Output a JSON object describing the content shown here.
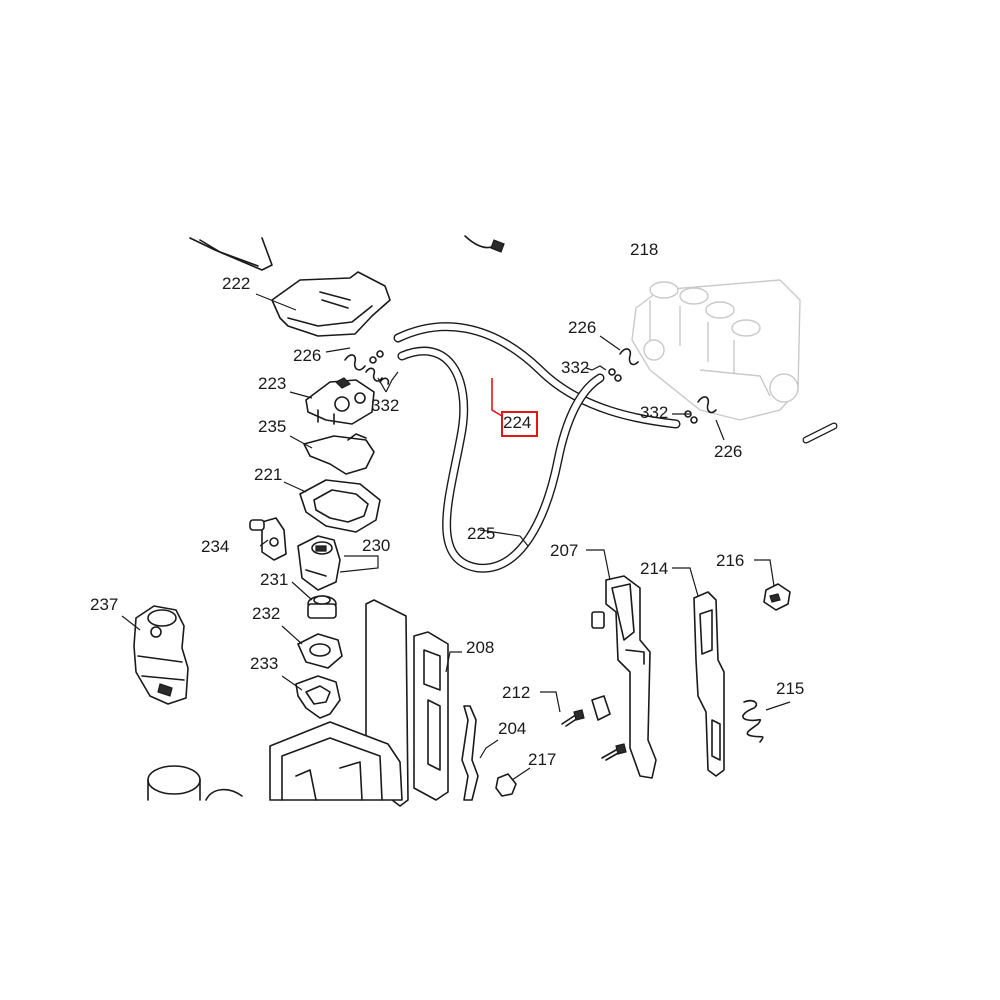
{
  "labels": {
    "p218": "218",
    "p222": "222",
    "p226a": "226",
    "p226b": "226",
    "p226c": "226",
    "p332a": "332",
    "p332b": "332",
    "p332c": "332",
    "p223": "223",
    "p235": "235",
    "p221": "221",
    "p224": "224",
    "p225": "225",
    "p234": "234",
    "p230": "230",
    "p231": "231",
    "p232": "232",
    "p233": "233",
    "p237": "237",
    "p207": "207",
    "p214": "214",
    "p216": "216",
    "p208": "208",
    "p212": "212",
    "p204": "204",
    "p215": "215",
    "p217": "217"
  },
  "highlight": {
    "part": "224",
    "color": "#e0161c"
  }
}
